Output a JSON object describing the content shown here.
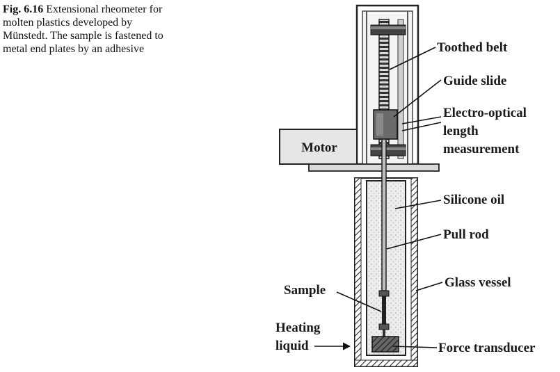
{
  "caption": {
    "fig_number": "Fig. 6.16",
    "text": "Extensional rheometer for molten plastics developed by Münstedt. The sample is fastened to metal end plates by an adhesive"
  },
  "diagram": {
    "motor_label": "Motor",
    "labels": {
      "toothed_belt": "Toothed belt",
      "guide_slide": "Guide slide",
      "electro_optical_1": "Electro-optical",
      "electro_optical_2": "length",
      "electro_optical_3": "measurement",
      "silicone_oil": "Silicone oil",
      "pull_rod": "Pull rod",
      "glass_vessel": "Glass vessel",
      "sample": "Sample",
      "heating_liquid_1": "Heating",
      "heating_liquid_2": "liquid",
      "force_transducer": "Force transducer"
    }
  }
}
